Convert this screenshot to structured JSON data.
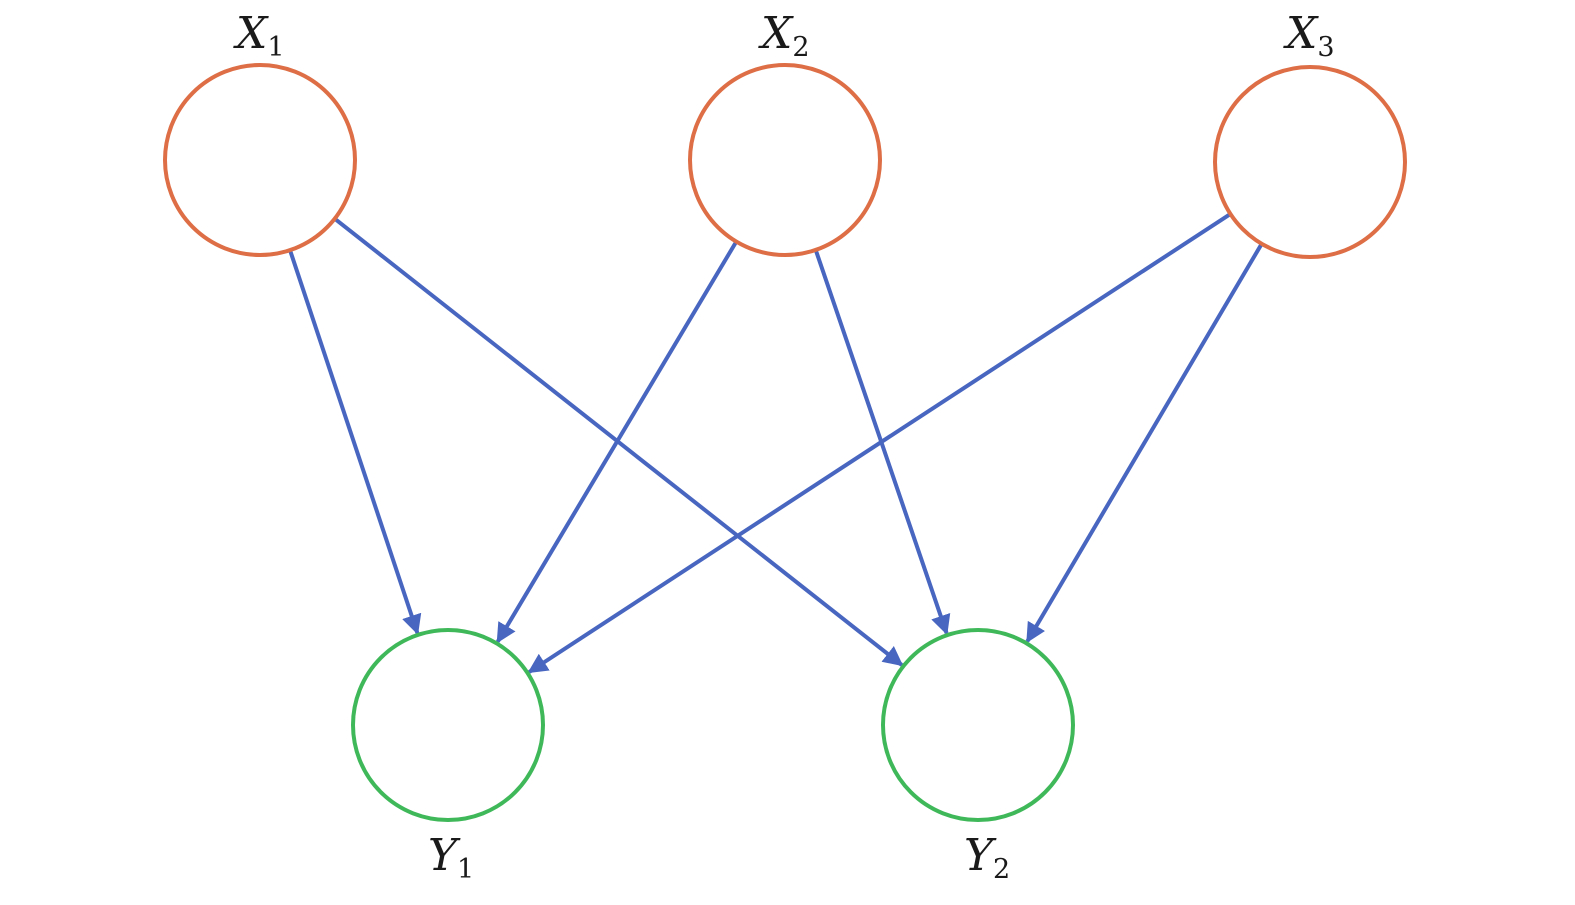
{
  "colors": {
    "input_node": "#dd6e45",
    "output_node": "#3fb85a",
    "edge": "#4866c0",
    "label": "#1a1a1a"
  },
  "nodes": {
    "x1": {
      "main": "X",
      "sub": "1"
    },
    "x2": {
      "main": "X",
      "sub": "2"
    },
    "x3": {
      "main": "X",
      "sub": "3"
    },
    "y1": {
      "main": "Y",
      "sub": "1"
    },
    "y2": {
      "main": "Y",
      "sub": "2"
    }
  },
  "edges": [
    {
      "from": "x1",
      "to": "y1"
    },
    {
      "from": "x1",
      "to": "y2"
    },
    {
      "from": "x2",
      "to": "y1"
    },
    {
      "from": "x2",
      "to": "y2"
    },
    {
      "from": "x3",
      "to": "y1"
    },
    {
      "from": "x3",
      "to": "y2"
    }
  ]
}
